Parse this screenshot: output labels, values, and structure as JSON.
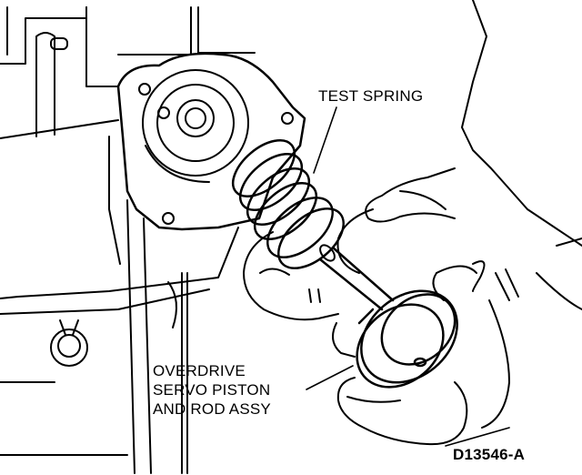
{
  "labels": {
    "test_spring": "TEST SPRING",
    "piston_line1": "OVERDRIVE",
    "piston_line2": "SERVO PISTON",
    "piston_line3": "AND ROD ASSY",
    "figure_id": "D13546-A"
  },
  "colors": {
    "ink": "#000000",
    "paper": "#ffffff"
  }
}
